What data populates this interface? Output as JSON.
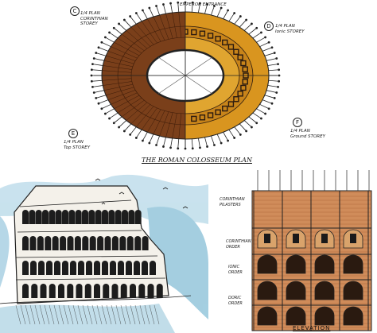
{
  "plan": {
    "title": "THE ROMAN COLOSSEUM PLAN",
    "top_label": "EMPEROR ENTRANCE",
    "quadrants": [
      {
        "letter": "C",
        "text": "1/4 PLAN\nCORINTHIAN\nSTOREY"
      },
      {
        "letter": "D",
        "text": "1/4 PLAN\nIonic STOREY"
      },
      {
        "letter": "E",
        "text": "1/4 PLAN\nTop STOREY"
      },
      {
        "letter": "F",
        "text": "1/4 PLAN\nGround STOREY"
      }
    ],
    "colors": {
      "brown": "#7a3f1a",
      "ochre": "#d9951f",
      "dark": "#2a1a10"
    }
  },
  "elevation": {
    "title": "ELEVATION",
    "labels": [
      "CORINTHIAN\nPILASTERS",
      "CORINTHIAN\nORDER",
      "IONIC\nORDER",
      "DORIC\nORDER"
    ],
    "colors": {
      "brick": "#c97a4a",
      "brick_light": "#e0a070"
    }
  },
  "sketch": {
    "colors": {
      "wash": "#5aa7c8"
    }
  }
}
